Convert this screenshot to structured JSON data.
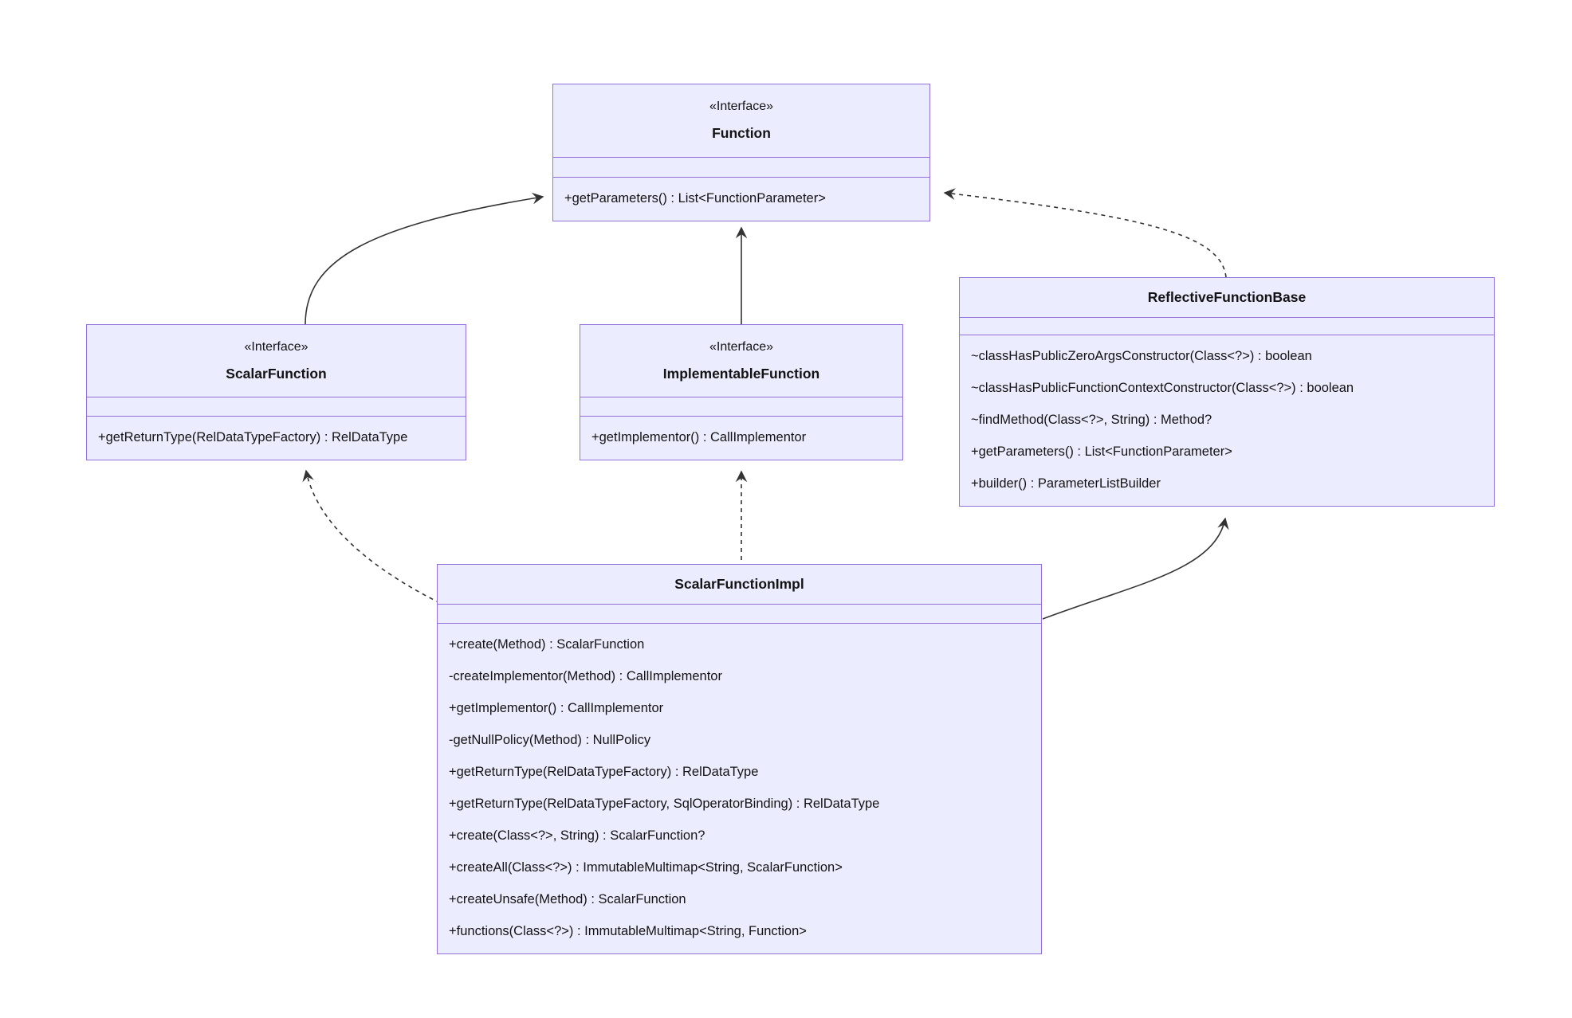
{
  "diagram": {
    "type": "uml-class-diagram",
    "colors": {
      "node_fill": "#ECECFF",
      "node_border": "#9370DB",
      "edge_line": "#333333",
      "text": "#131313",
      "background": "#FFFFFF"
    },
    "classes": {
      "function": {
        "stereotype": "«Interface»",
        "name": "Function",
        "methods": [
          "+getParameters() : List<FunctionParameter>"
        ]
      },
      "scalar_function": {
        "stereotype": "«Interface»",
        "name": "ScalarFunction",
        "methods": [
          "+getReturnType(RelDataTypeFactory) : RelDataType"
        ]
      },
      "implementable_function": {
        "stereotype": "«Interface»",
        "name": "ImplementableFunction",
        "methods": [
          "+getImplementor() : CallImplementor"
        ]
      },
      "reflective_function_base": {
        "name": "ReflectiveFunctionBase",
        "methods": [
          "~classHasPublicZeroArgsConstructor(Class<?>) : boolean",
          "~classHasPublicFunctionContextConstructor(Class<?>) : boolean",
          "~findMethod(Class<?>, String) : Method?",
          "+getParameters() : List<FunctionParameter>",
          "+builder() : ParameterListBuilder"
        ]
      },
      "scalar_function_impl": {
        "name": "ScalarFunctionImpl",
        "methods": [
          "+create(Method) : ScalarFunction",
          "-createImplementor(Method) : CallImplementor",
          "+getImplementor() : CallImplementor",
          "-getNullPolicy(Method) : NullPolicy",
          "+getReturnType(RelDataTypeFactory) : RelDataType",
          "+getReturnType(RelDataTypeFactory, SqlOperatorBinding) : RelDataType",
          "+create(Class<?>, String) : ScalarFunction?",
          "+createAll(Class<?>) : ImmutableMultimap<String, ScalarFunction>",
          "+createUnsafe(Method) : ScalarFunction",
          "+functions(Class<?>) : ImmutableMultimap<String, Function>"
        ]
      }
    },
    "relationships": [
      {
        "from": "ScalarFunction",
        "to": "Function",
        "line": "solid",
        "arrow": "open"
      },
      {
        "from": "ImplementableFunction",
        "to": "Function",
        "line": "solid",
        "arrow": "open"
      },
      {
        "from": "ReflectiveFunctionBase",
        "to": "Function",
        "line": "dashed",
        "arrow": "open"
      },
      {
        "from": "ScalarFunctionImpl",
        "to": "ScalarFunction",
        "line": "dashed",
        "arrow": "open"
      },
      {
        "from": "ScalarFunctionImpl",
        "to": "ImplementableFunction",
        "line": "dashed",
        "arrow": "open"
      },
      {
        "from": "ScalarFunctionImpl",
        "to": "ReflectiveFunctionBase",
        "line": "solid",
        "arrow": "open"
      }
    ]
  }
}
